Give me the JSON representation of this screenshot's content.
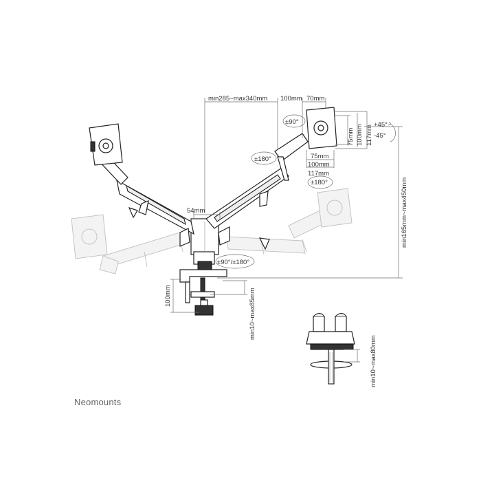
{
  "brand": "Neomounts",
  "dimensions": {
    "arm_reach": "min285~max340mm",
    "vesa_offset": "100mm",
    "plate_width": "70mm",
    "tilt": "±90°",
    "rotate_left": "±180°",
    "vesa_v1": "75mm",
    "vesa_v2": "100mm",
    "vesa_v3": "117mm",
    "tilt_up": "+45°",
    "tilt_down": "-45°",
    "vesa_h1": "75mm",
    "vesa_h2": "100mm",
    "vesa_h3": "117mm",
    "rotate_plate": "±180°",
    "height_range": "min165mm~max450mm",
    "pole_width": "54mm",
    "swivel": "±90°/±180°",
    "clamp_height": "100mm",
    "desk_thickness_clamp": "min10~max85mm",
    "desk_thickness_grommet": "min10~max80mm"
  }
}
